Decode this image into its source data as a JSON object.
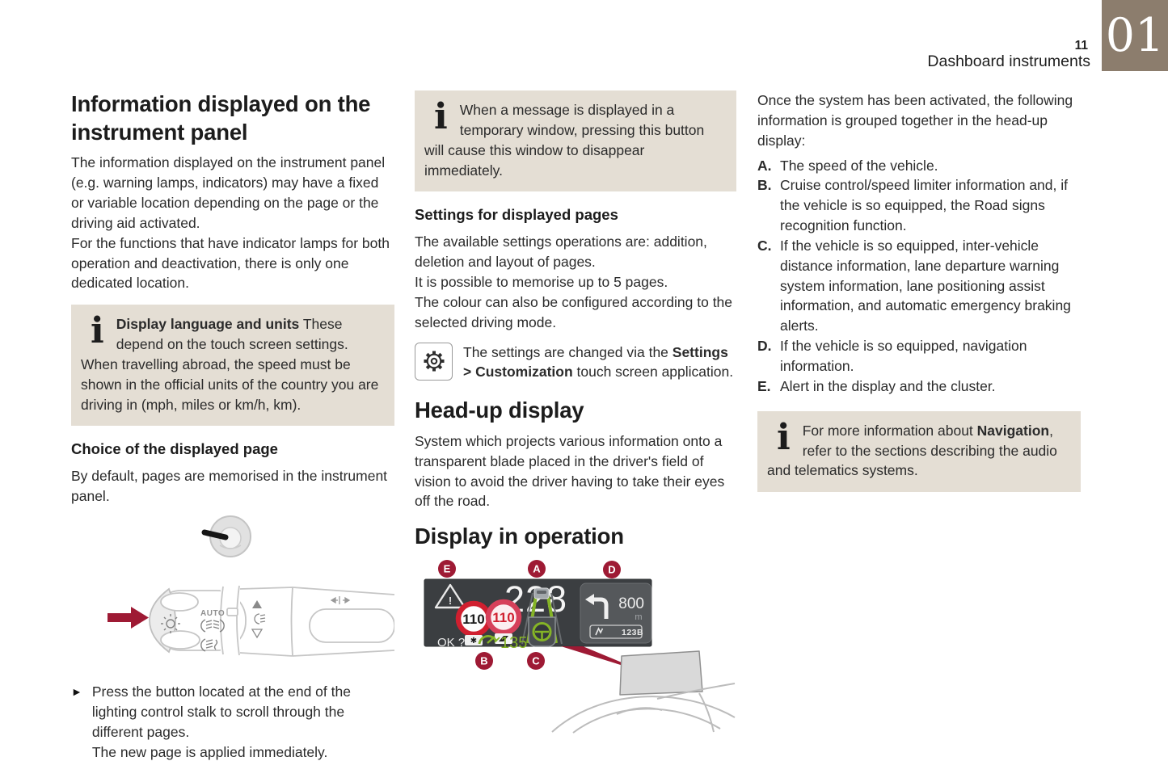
{
  "header": {
    "page_number": "11",
    "section_title": "Dashboard instruments",
    "chapter": "01"
  },
  "colors": {
    "chapter_tab": "#8c7d6d",
    "info_box_bg": "#e4ded4",
    "accent_crimson": "#9e1a34",
    "hud_background": "#3b3e41",
    "hud_green": "#85b426",
    "sign_red": "#d01f2f"
  },
  "left": {
    "title": "Information displayed on the instrument panel",
    "intro": "The information displayed on the instrument panel (e.g. warning lamps, indicators) may have a fixed or variable location depending on the page or the driving aid activated.\nFor the functions that have indicator lamps for both operation and deactivation, there is only one dedicated location.",
    "info_box": {
      "title": "Display language and units",
      "body": "These depend on the touch screen settings.\nWhen travelling abroad, the speed must be shown in the official units of the country you are driving in (mph, miles or km/h, km)."
    },
    "subheading": "Choice of the displayed page",
    "sub_text": "By default, pages are memorised in the instrument panel.",
    "stalk": {
      "auto_label": "AUTO"
    },
    "bullet": {
      "marker": "►",
      "text": "Press the button located at the end of the lighting control stalk to scroll through the different pages.\nThe new page is applied immediately."
    }
  },
  "middle": {
    "info_box": "When a message is displayed in a temporary window, pressing this button will cause this window to disappear immediately.",
    "settings_heading": "Settings for displayed pages",
    "settings_text": "The available settings operations are: addition, deletion and layout of pages.\nIt is possible to memorise up to 5 pages.\nThe colour can also be configured according to the selected driving mode.",
    "gear_note": {
      "prefix": "The settings are changed via the ",
      "bold": "Settings > Customization",
      "suffix": " touch screen application."
    },
    "hud_title": "Head-up display",
    "hud_text": "System which projects various information onto a transparent blade placed in the driver's field of vision to avoid the driver having to take their eyes off the road.",
    "display_title": "Display in operation",
    "hud": {
      "speed": "228",
      "limit_memorised": "110",
      "limit_sign": "110",
      "ok_text": "OK ?",
      "set_speed": "135",
      "distance": "800",
      "distance_unit": "m",
      "road_badge": "123B",
      "labels": {
        "a": "A",
        "b": "B",
        "c": "C",
        "d": "D",
        "e": "E"
      }
    }
  },
  "right": {
    "intro": "Once the system has been activated, the following information is grouped together in the head-up display:",
    "items": [
      {
        "key": "A.",
        "text": "The speed of the vehicle."
      },
      {
        "key": "B.",
        "text": "Cruise control/speed limiter information and, if the vehicle is so equipped, the Road signs recognition function."
      },
      {
        "key": "C.",
        "text": "If the vehicle is so equipped, inter-vehicle distance information, lane departure warning system information, lane positioning assist information, and automatic emergency braking alerts."
      },
      {
        "key": "D.",
        "text": "If the vehicle is so equipped, navigation information."
      },
      {
        "key": "E.",
        "text": "Alert in the display and the cluster."
      }
    ],
    "info_box": {
      "prefix": "For more information about ",
      "bold": "Navigation",
      "suffix": ", refer to the sections describing the audio and telematics systems."
    }
  }
}
